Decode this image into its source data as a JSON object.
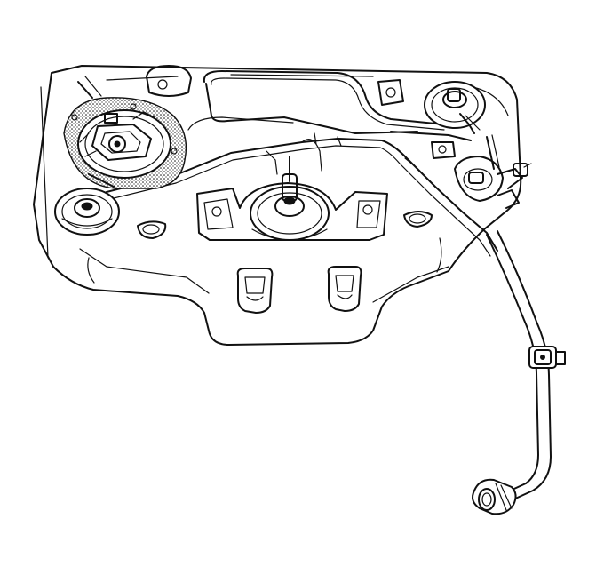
{
  "figure": {
    "subject": "fuel-tank-assembly-line-drawing",
    "colors": {
      "line": "#111111",
      "fill": "#ffffff"
    },
    "parts": [
      {
        "id": "tank-shell",
        "icon": "fuel-tank-shell"
      },
      {
        "id": "fuel-pump-module",
        "icon": "fuel-pump-module"
      },
      {
        "id": "fuel-sender-left",
        "icon": "sender-ring"
      },
      {
        "id": "fuel-sender-center",
        "icon": "sender-ring"
      },
      {
        "id": "fuel-sender-right",
        "icon": "sender-ring"
      },
      {
        "id": "fuel-lines",
        "icon": "fuel-line-bundle"
      },
      {
        "id": "fill-vent-hose",
        "icon": "hose"
      },
      {
        "id": "hose-connector",
        "icon": "quick-connector"
      },
      {
        "id": "strap-mount-left",
        "icon": "strap-mount"
      },
      {
        "id": "strap-mount-right",
        "icon": "strap-mount"
      }
    ]
  }
}
